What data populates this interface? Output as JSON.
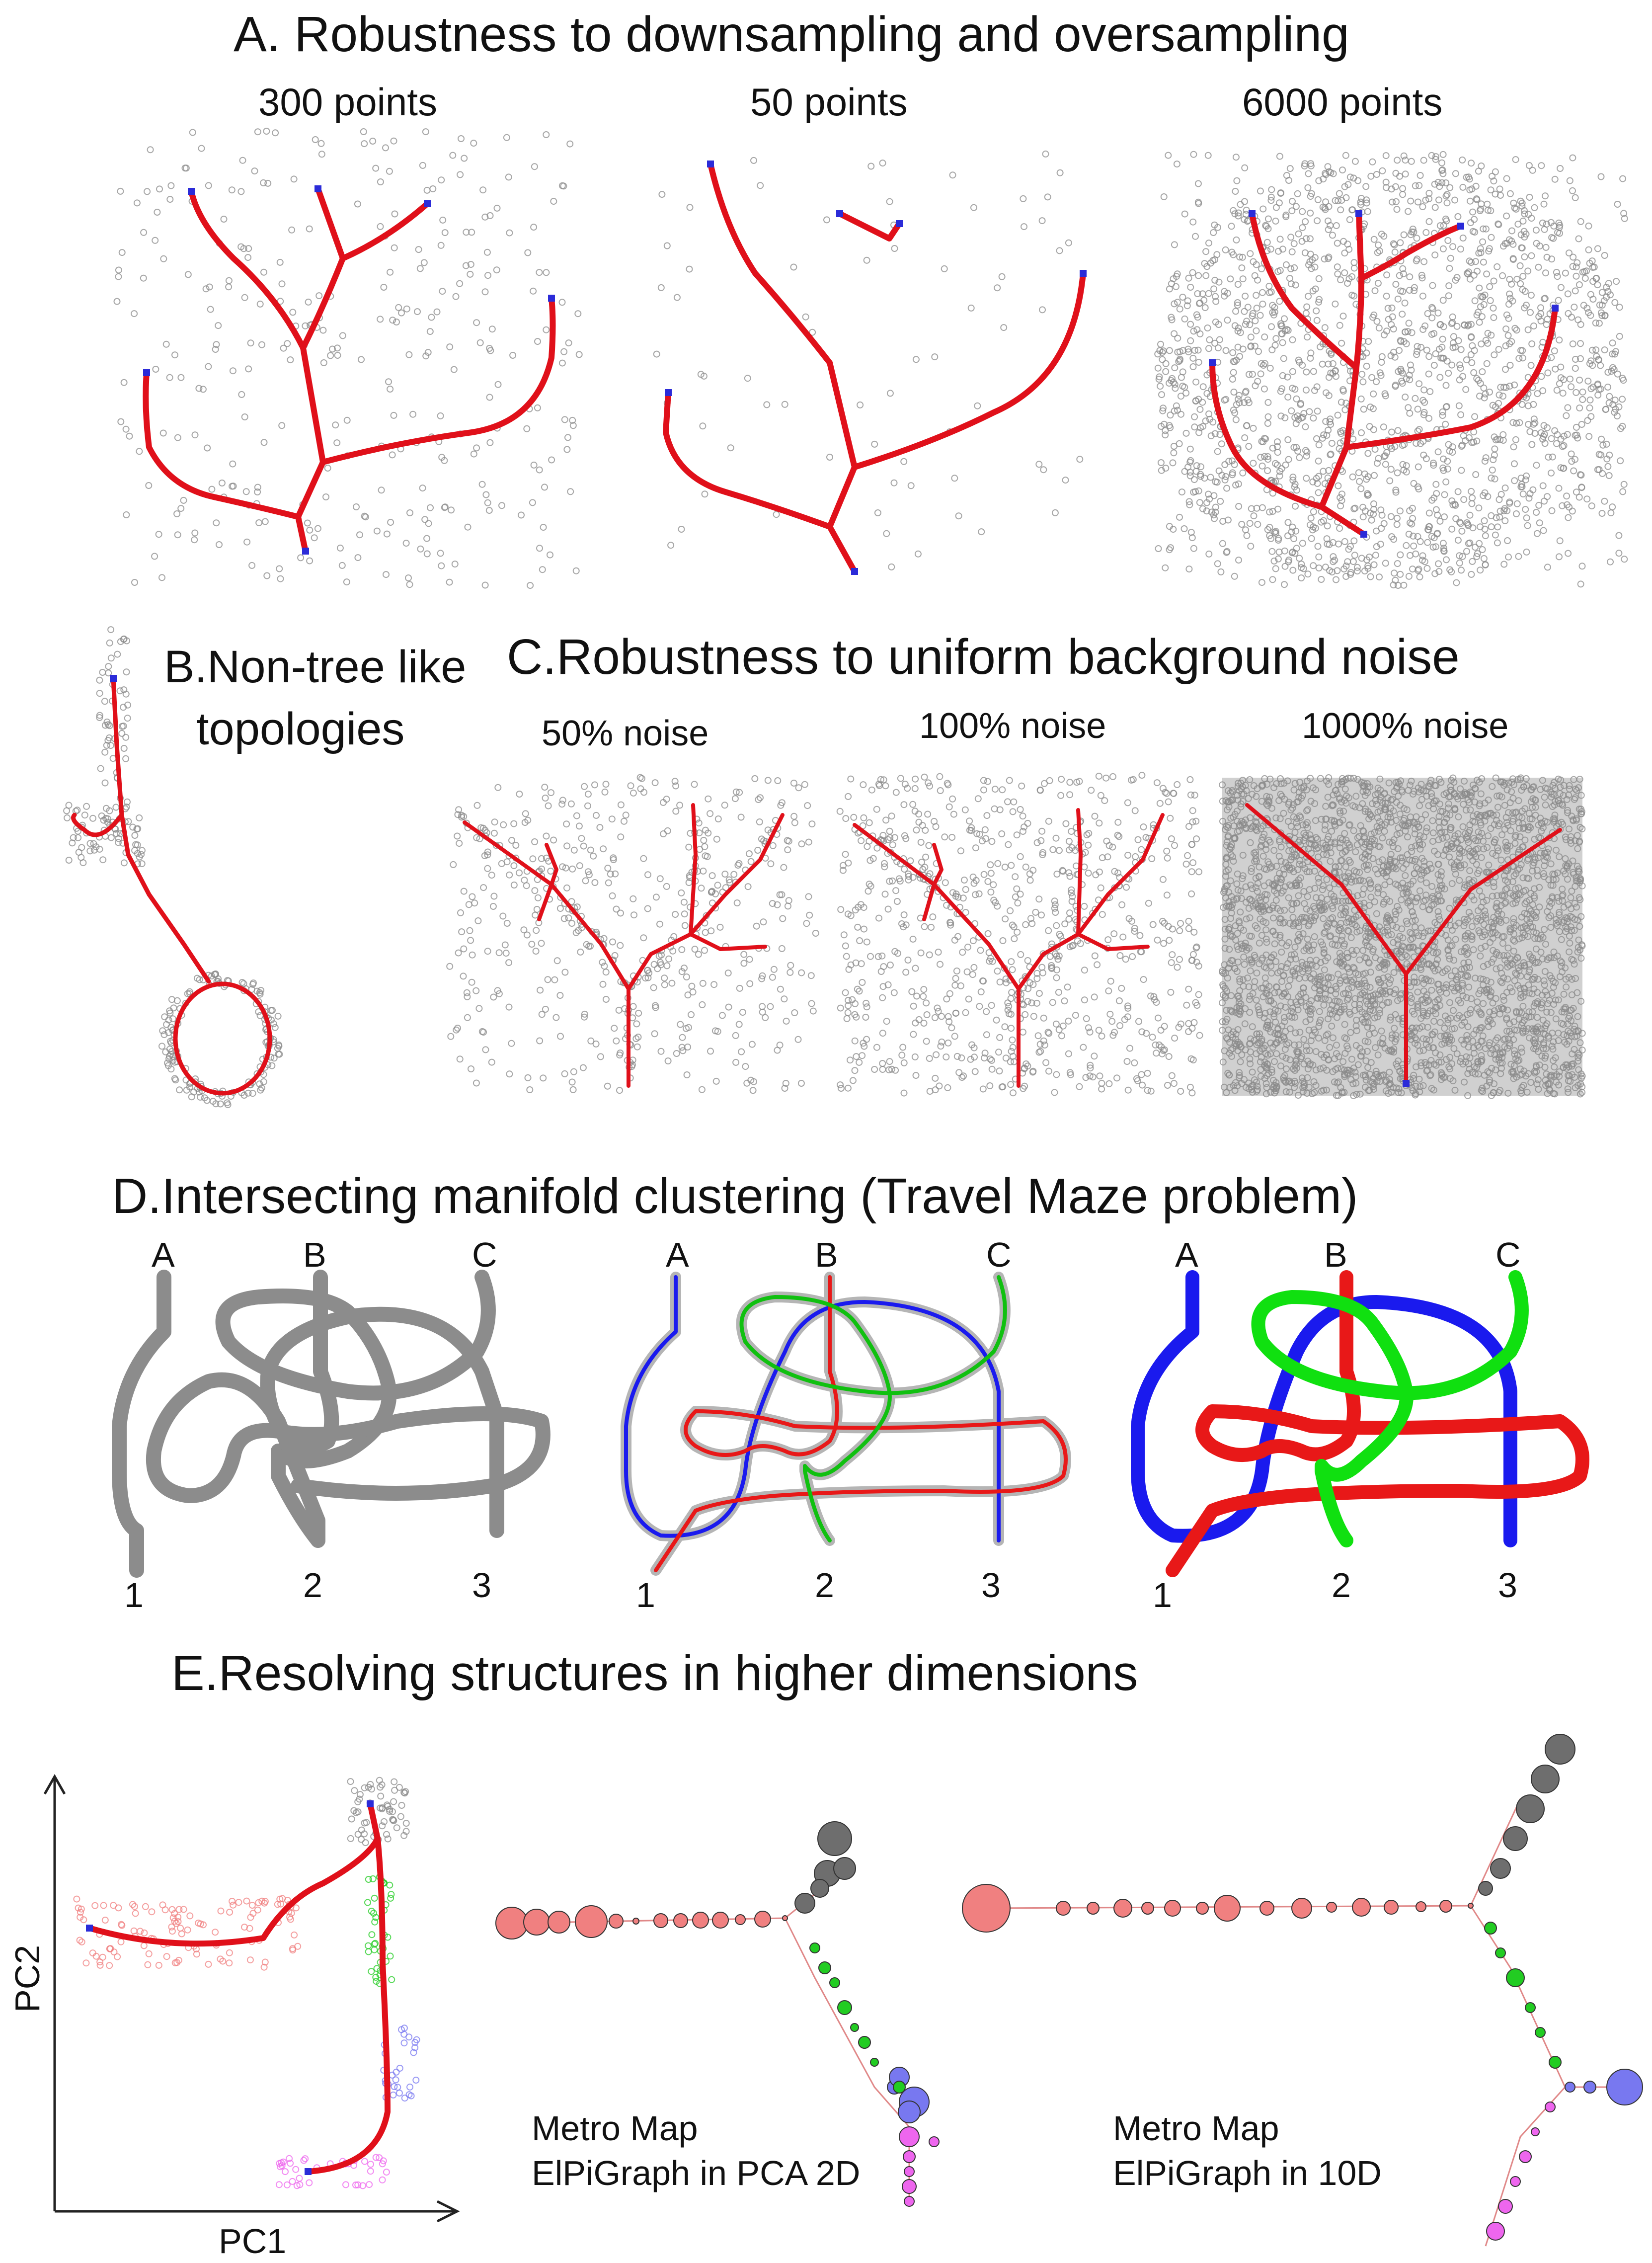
{
  "panel_a": {
    "title": "A. Robustness to downsampling and oversampling",
    "subtitles": [
      "300 points",
      "50 points",
      "6000 points"
    ]
  },
  "panel_b": {
    "title_line1": "B.Non-tree like",
    "title_line2": "topologies"
  },
  "panel_c": {
    "title": "C.Robustness to uniform background noise",
    "subtitles": [
      "50% noise",
      "100% noise",
      "1000% noise"
    ]
  },
  "panel_d": {
    "title": "D.Intersecting manifold clustering (Travel Maze problem)",
    "top_labels": [
      "A",
      "B",
      "C"
    ],
    "bottom_labels": [
      "1",
      "2",
      "3"
    ]
  },
  "panel_e": {
    "title": "E.Resolving structures in higher dimensions",
    "ylabel": "PC2",
    "xlabel": "PC1",
    "metro_2d_line1": "Metro Map",
    "metro_2d_line2": "ElPiGraph in PCA 2D",
    "metro_10d_line1": "Metro Map",
    "metro_10d_line2": "ElPiGraph in 10D"
  },
  "colors": {
    "graph_edge": "#e0101a",
    "graph_node": "#2b2bd8",
    "points": "#8a8a8a",
    "maze_gray": "#8c8c8c",
    "path_blue": "#1a1aee",
    "path_green": "#10e010",
    "path_red": "#e81818",
    "metro_red": "#f08080",
    "metro_gray": "#6e6e6e",
    "metro_green": "#22cc22",
    "metro_blue": "#7878f0",
    "metro_magenta": "#ee66ee"
  }
}
